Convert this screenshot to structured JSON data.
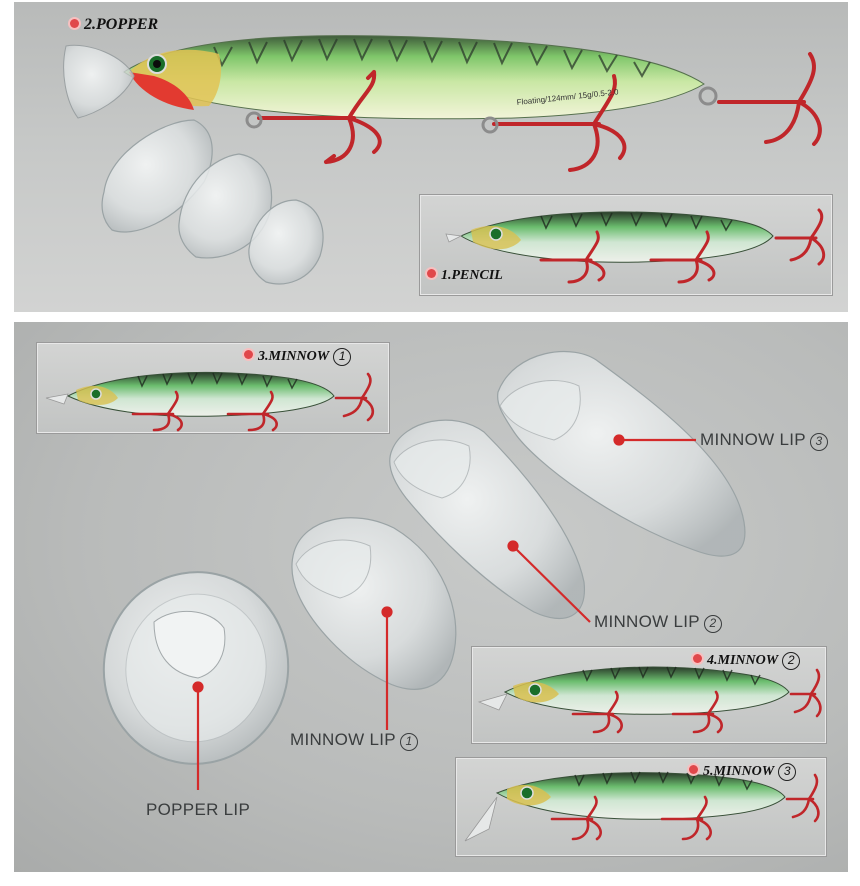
{
  "top_panel": {
    "popper_label": "2.POPPER",
    "lure_text": "Floating/124mm/ 15g/0.5-2.0",
    "pencil_label": "1.PENCIL"
  },
  "bottom_panel": {
    "minnow1_label": "3.MINNOW",
    "minnow1_num": "1",
    "minnow2_label": "4.MINNOW",
    "minnow2_num": "2",
    "minnow3_label": "5.MINNOW",
    "minnow3_num": "3",
    "lip_labels": {
      "minnow_lip_3": "MINNOW LIP",
      "minnow_lip_3_num": "3",
      "minnow_lip_2": "MINNOW LIP",
      "minnow_lip_2_num": "2",
      "minnow_lip_1": "MINNOW LIP",
      "minnow_lip_1_num": "1",
      "popper_lip": "POPPER LIP"
    }
  },
  "colors": {
    "accent_red": "#d42a2a",
    "fish_green": "#9fdc7a",
    "hook_red": "#c0262a"
  }
}
